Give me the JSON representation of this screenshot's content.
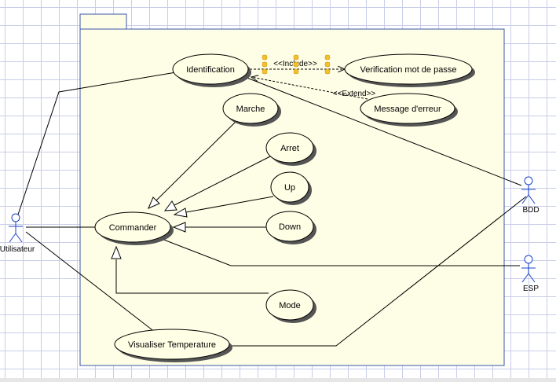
{
  "diagram": {
    "actors": [
      {
        "id": "utilisateur",
        "label": "Utilisateur"
      },
      {
        "id": "bdd",
        "label": "BDD"
      },
      {
        "id": "esp",
        "label": "ESP"
      }
    ],
    "use_cases": [
      {
        "id": "identification",
        "label": "Identification"
      },
      {
        "id": "verification",
        "label": "Verification mot de passe"
      },
      {
        "id": "message-erreur",
        "label": "Message d'erreur"
      },
      {
        "id": "marche",
        "label": "Marche"
      },
      {
        "id": "arret",
        "label": "Arret"
      },
      {
        "id": "up",
        "label": "Up"
      },
      {
        "id": "down",
        "label": "Down"
      },
      {
        "id": "commander",
        "label": "Commander"
      },
      {
        "id": "mode",
        "label": "Mode"
      },
      {
        "id": "visualiser-temperature",
        "label": "Visualiser Temperature"
      }
    ],
    "stereotypes": {
      "include": "<<Include>>",
      "extend": "<<Extend>>"
    },
    "colors": {
      "system_fill": "#fefee6",
      "system_border": "#3a57a8",
      "use_case_fill": "#ffffe6",
      "shadow": "#555555",
      "actor_stroke": "#1a44c8",
      "line": "#000000",
      "marker": "#f2c02a"
    }
  }
}
